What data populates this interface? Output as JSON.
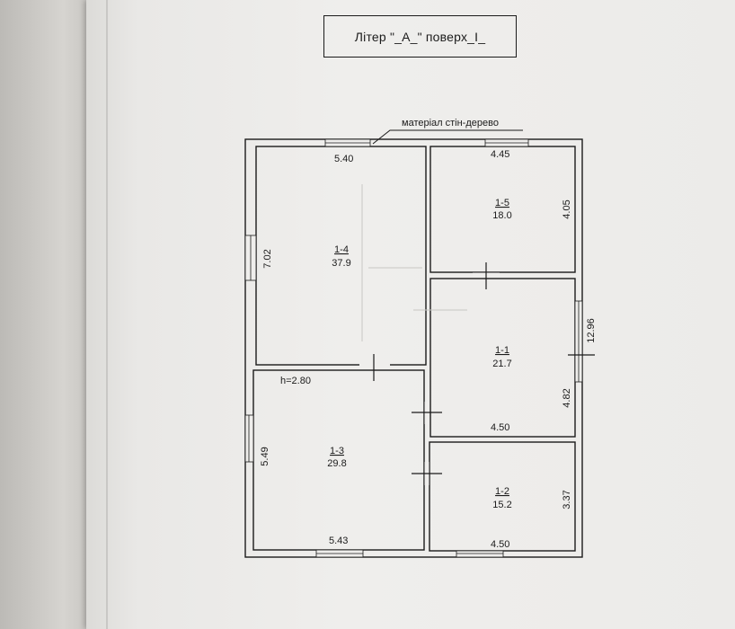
{
  "header": {
    "title": "Літер \"_А_\" поверх_І_"
  },
  "plan": {
    "material_note": "матеріал стін-дерево",
    "height_note": "h=2.80",
    "overall_length": "12.96",
    "rooms": [
      {
        "id": "1-4",
        "area": "37.9"
      },
      {
        "id": "1-5",
        "area": "18.0"
      },
      {
        "id": "1-1",
        "area": "21.7"
      },
      {
        "id": "1-3",
        "area": "29.8"
      },
      {
        "id": "1-2",
        "area": "15.2"
      }
    ],
    "dimensions": {
      "room_1_4_width": "5.40",
      "room_1_4_height": "7.02",
      "room_1_5_width": "4.45",
      "room_1_5_height": "4.05",
      "room_1_1_width": "4.50",
      "room_1_1_height": "4.82",
      "room_1_3_width": "5.43",
      "room_1_3_height": "5.49",
      "room_1_2_width": "4.50",
      "room_1_2_height": "3.37"
    }
  }
}
